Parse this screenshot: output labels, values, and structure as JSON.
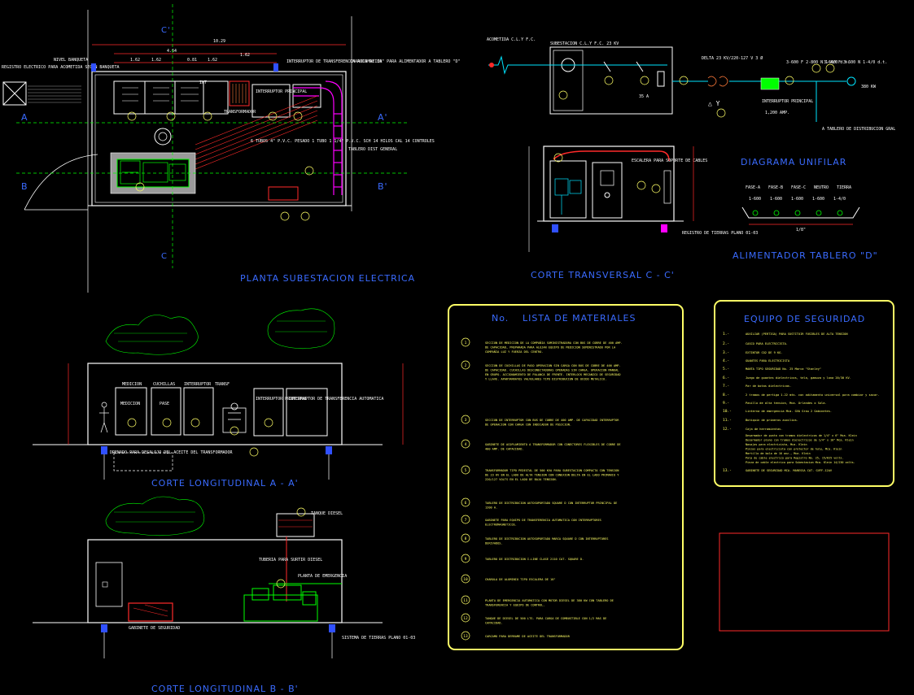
{
  "colors": {
    "background": "#000000",
    "white": "#ffffff",
    "cyan": "#00e5ff",
    "green": "#00ff00",
    "yellow": "#ffff66",
    "red": "#ff2a2a",
    "magenta": "#ff00ff",
    "blue": "#3050ff",
    "grey": "#9a9a9a",
    "title_blue": "#3a6bff"
  },
  "titles": {
    "planta": "PLANTA SUBESTACION ELECTRICA",
    "corte_aa": "CORTE LONGITUDINAL A - A'",
    "corte_bb": "CORTE LONGITUDINAL B - B'",
    "corte_cc": "CORTE TRANSVERSAL C - C'",
    "diagrama": "DIAGRAMA UNIFILAR",
    "alimentador": "ALIMENTADOR TABLERO \"D\""
  },
  "section_marks": {
    "a_left": "A",
    "a_right": "A'",
    "b_left": "B",
    "b_right": "B'",
    "c_top": "C'",
    "c_bottom": "C"
  },
  "planta": {
    "overall_dim": "10.29",
    "dims": [
      "4.64",
      "1.62",
      "1.62",
      "0.81",
      "1.62",
      "1.62"
    ],
    "labels": {
      "registro": "REGISTRO ELECTRICO PARA ACOMETIDA SEGUN BANQUETA",
      "nivel_banqueta": "NIVEL BANQUETA",
      "interruptor_transf": "INTERRUPTOR DE TRANSFERENCIA AUTOMATICA",
      "charola": "CHAROLA DE 30\" PARA ALIMENTADOR A TABLERO \"D\"",
      "tubos": "6 TUBOS 4\" P.V.C. PESADO 1 TUBO 1 1/4\" P.V.C. SCH 14 HILOS CAL 14 CONTROLES",
      "tablero": "TABLERO DIST GENERAL",
      "transformador": "TRANSFORMADOR",
      "int_principal": "INTERRUPTOR PRINCIPAL"
    }
  },
  "unifilar": {
    "acometida": "ACOMETIDA C.L.Y F.C.",
    "subestacion": "SUBESTACION C.L.Y F.C. 23 KV",
    "fuse": "35 A",
    "trafo": "DELTA 23 KV/220-127 V 3 Ø",
    "int_principal": "INTERRUPTOR PRINCIPAL",
    "amp": "1,200 AMP.",
    "bus_left": "3-600 F 2-800 N 1-4/0 d.t.",
    "bus_right": "3-600 F 3-600 N 1-4/0 d.t.",
    "kw": "380 KW",
    "tablero": "A TABLERO DE DISTRIBUCION GRAL"
  },
  "alimentador": {
    "header": [
      "FASE-A",
      "FASE-B",
      "FASE-C",
      "NEUTRO",
      "TIERRA"
    ],
    "values": [
      "1-600",
      "1-600",
      "1-600",
      "1-600",
      "1-4/0"
    ],
    "dim": "1/8\""
  },
  "corte_cc": {
    "labels": {
      "escalera": "ESCALERA PARA SOPORTE DE CABLES",
      "registro": "REGISTRO DE TIERRAS PLANO 01-03"
    }
  },
  "corte_aa": {
    "compartments": [
      "MEDICION",
      "CUCHILLAS",
      "INTERRUPTOR",
      "TRANSF"
    ],
    "labels": {
      "medicion": "MEDICION",
      "pase": "PASE",
      "int_principal": "INTERRUPTOR PRINCIPAL",
      "int_transf": "INTERRUPTOR DE TRANSFERENCIA AUTOMATICA",
      "drenaje": "DRENADO PARA DESALOJO DEL ACEITE DEL TRANSFORMADOR"
    }
  },
  "corte_bb": {
    "labels": {
      "tanque": "TANQUE DIESEL",
      "tuberia": "TUBERIA PARA SURTIR DIESEL",
      "planta": "PLANTA DE EMERGENCIA",
      "gabinete": "GABINETE DE SEGURIDAD",
      "sistema_tierras": "SISTEMA DE TIERRAS PLANO 01-03"
    }
  },
  "lista_materiales": {
    "header_no": "No.",
    "header_title": "LISTA DE MATERIALES",
    "items": [
      {
        "no": "1",
        "text": "SECCION DE MEDICION DE LA COMPAÑIA SUMINISTRADORA CON BUS DE COBRE DE 400 AMP. DE CAPACIDAD, PREPARADA PARA ALOJAR EQUIPO DE MEDICION SUMINISTRADO POR LA COMPAÑIA LUZ Y FUERZA DEL CENTRO."
      },
      {
        "no": "2",
        "text": "SECCION DE CUCHILLAS DE PASO OPERACION SIN CARGA CON BUS DE COBRE DE 400 AMP. DE CAPACIDAD. CUCHILLAS DESCONECTADORAS OPERADAS SIN CARGA. OPERACION MANUAL EN GRUPO. ACCIONAMIENTO DE PALANCA DE FRENTE. INTERLOCK MECANICO DE SEGURIDAD Y LLAVE. APARTARRAYOS VALVULARES TIPO DISTRIBUCION DE OXIDO METALICO."
      },
      {
        "no": "3",
        "text": "SECCION DE INTERRUPTOR CON BUS DE COBRE DE 400 AMP. DE CAPACIDAD INTERRUPTOR DE OPERACION CON CARGA CON INDICADOR DE POSICION."
      },
      {
        "no": "4",
        "text": "GABINETE DE ACOPLAMIENTO A TRANSFORMADOR CON CONECTORES FLEXIBLES DE COBRE DE 400 AMP. DE CAPACIDAD."
      },
      {
        "no": "5",
        "text": "TRANSFORMADOR TIPO PEDESTAL DE 500 KVA PARA SUBESTACION COMPACTA CON TENSION DE 23 KV EN EL LADO DE ALTA TENSION CON CONEXION DELTA EN EL LADO PRIMARIO Y 220/127 VOLTS EN EL LADO DE BAJA TENSION."
      },
      {
        "no": "6",
        "text": "TABLERO DE DISTRIBUCION AUTOSOPORTADO SQUARE D CON INTERRUPTOR PRINCIPAL DE 1200 A."
      },
      {
        "no": "7",
        "text": "GABINETE PARA EQUIPO DE TRANSFERENCIA AUTOMATICA CON INTERRUPTORES ELECTROMAGNETICOS."
      },
      {
        "no": "8",
        "text": "TABLERO DE DISTRIBUCION AUTOSOPORTADO MARCA SQUARE D CON INTERRUPTORES DERIVADOS."
      },
      {
        "no": "9",
        "text": "TABLERO DE DISTRIBUCION I-LINE CLASE 2110 CAT. SQUARE D."
      },
      {
        "no": "10",
        "text": "CHAROLA DE ALUMINIO TIPO ESCALERA DE 18\""
      },
      {
        "no": "11",
        "text": "PLANTA DE EMERGENCIA AUTOMATICA CON MOTOR DIESEL DE 380 KW CON TABLERO DE TRANSFERENCIA Y EQUIPO DE CONTROL."
      },
      {
        "no": "12",
        "text": "TANQUE DE DIESEL DE 500 LTS. PARA CARGA DE COMBUSTIBLE CON 1/2 MAS DE CAPACIDAD."
      },
      {
        "no": "13",
        "text": "CARCAMO PARA DERRAME DE ACEITE DEL TRANSFORMADOR"
      }
    ]
  },
  "equipo_seguridad": {
    "title": "EQUIPO DE SEGURIDAD",
    "items": [
      {
        "no": "1.-",
        "text": "AUXILIAR (PERTIGA) PARA SUSTITUIR FUSIBLES DE ALTA TENSION"
      },
      {
        "no": "2.-",
        "text": "CASCO PARA ELECTRICISTA."
      },
      {
        "no": "3.-",
        "text": "EXTINTOR CO2 DE 9 KG."
      },
      {
        "no": "4.-",
        "text": "GUANTES PARA ELECTRICISTA"
      },
      {
        "no": "5.-",
        "text": "MANTA TIPO SEGURIDAD No. 25 Marca \"Stanley\""
      },
      {
        "no": "6.-",
        "text": "Juego de guantes dielectricos, tela, gamuza y lona 20/30 KV."
      },
      {
        "no": "7.-",
        "text": "Par de botas dielectricas."
      },
      {
        "no": "8.-",
        "text": "2 tramos de pertiga 1.22 mts. con aditamento universal para cambiar y sacar."
      },
      {
        "no": "9.-",
        "text": "Pasillo de alta tension, Mca. Orlandes o Sola."
      },
      {
        "no": "10.-",
        "text": "Linterna de emergencia Mca. GVA Grau 2 Gabinetes."
      },
      {
        "no": "11.-",
        "text": "Botiquin de primeros auxilios."
      },
      {
        "no": "12.-",
        "text": "Caja de herramientas."
      },
      {
        "no": "13.-",
        "text": "GABINETE DE SEGURIDAD MCA. MARESSA CAT. GVFF-12AV"
      }
    ],
    "subitems": [
      "Desarmador de punta con tramos dielectricos de 1/4\" x 6\" Mca. Klein",
      "Desarmador plano con tramos dielectricos de 1/4\" x 10\" Mca. Klein",
      "Navajas para electricista, Mca. Klein",
      "Pinzas para electricista con protector de hule, Mca. Klein",
      "Martillo de bola de 16 onz., Mca. Klein",
      "Pala de cable electrico para Registro No. 25, 15/625 volts.",
      "Pinza de cable electrico para Subestacion Mca. Klein 14/230 volts."
    ]
  }
}
